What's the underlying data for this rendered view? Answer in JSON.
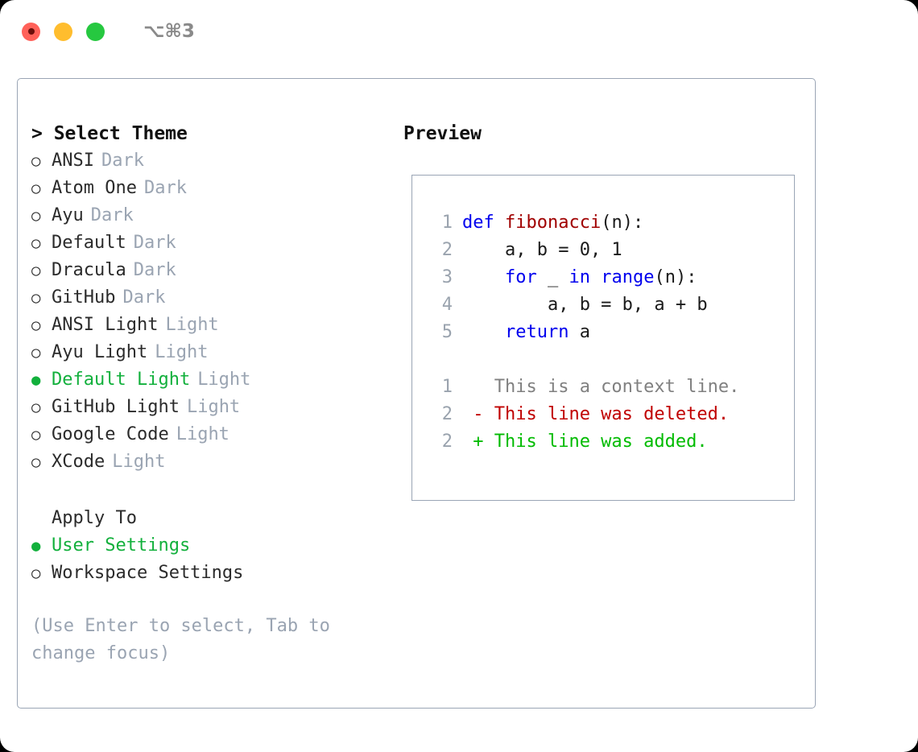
{
  "window": {
    "shortcut": "⌥⌘3",
    "traffic_lights": [
      {
        "name": "close-button",
        "color": "#ff6159"
      },
      {
        "name": "minimize-button",
        "color": "#ffbd2e"
      },
      {
        "name": "maximize-button",
        "color": "#26c840"
      }
    ]
  },
  "colors": {
    "selected_green": "#12b03c",
    "muted_gray": "#9aa4b2",
    "border": "#9aa5b5",
    "keyword_blue": "#0000ee",
    "function_red": "#a00000",
    "diff_deleted": "#c00000",
    "diff_added": "#00bb00",
    "line_number": "#9aa3ae"
  },
  "theme_list": {
    "title": "> Select Theme",
    "items": [
      {
        "marker": "○",
        "name": "ANSI",
        "tag": "Dark",
        "selected": false
      },
      {
        "marker": "○",
        "name": "Atom One",
        "tag": "Dark",
        "selected": false
      },
      {
        "marker": "○",
        "name": "Ayu",
        "tag": "Dark",
        "selected": false
      },
      {
        "marker": "○",
        "name": "Default",
        "tag": "Dark",
        "selected": false
      },
      {
        "marker": "○",
        "name": "Dracula",
        "tag": "Dark",
        "selected": false
      },
      {
        "marker": "○",
        "name": "GitHub",
        "tag": "Dark",
        "selected": false
      },
      {
        "marker": "○",
        "name": "ANSI Light",
        "tag": "Light",
        "selected": false
      },
      {
        "marker": "○",
        "name": "Ayu Light",
        "tag": "Light",
        "selected": false
      },
      {
        "marker": "●",
        "name": "Default Light",
        "tag": "Light",
        "selected": true
      },
      {
        "marker": "○",
        "name": "GitHub Light",
        "tag": "Light",
        "selected": false
      },
      {
        "marker": "○",
        "name": "Google Code",
        "tag": "Light",
        "selected": false
      },
      {
        "marker": "○",
        "name": "XCode",
        "tag": "Light",
        "selected": false
      }
    ]
  },
  "apply_to": {
    "title": "Apply To",
    "items": [
      {
        "marker": "●",
        "name": "User Settings",
        "selected": true
      },
      {
        "marker": "○",
        "name": "Workspace Settings",
        "selected": false
      }
    ]
  },
  "hint": "(Use Enter to select, Tab to change focus)",
  "preview": {
    "title": "Preview",
    "code_lines": [
      {
        "number": "1",
        "tokens": [
          {
            "text": "def ",
            "type": "kw"
          },
          {
            "text": "fibonacci",
            "type": "fn"
          },
          {
            "text": "(n):",
            "type": "pl"
          }
        ]
      },
      {
        "number": "2",
        "tokens": [
          {
            "text": "    a, b = 0, 1",
            "type": "pl"
          }
        ]
      },
      {
        "number": "3",
        "tokens": [
          {
            "text": "    ",
            "type": "pl"
          },
          {
            "text": "for",
            "type": "kw"
          },
          {
            "text": " _ ",
            "type": "pl"
          },
          {
            "text": "in",
            "type": "kw"
          },
          {
            "text": " ",
            "type": "pl"
          },
          {
            "text": "range",
            "type": "kw"
          },
          {
            "text": "(n):",
            "type": "pl"
          }
        ]
      },
      {
        "number": "4",
        "tokens": [
          {
            "text": "        a, b = b, a + b",
            "type": "pl"
          }
        ]
      },
      {
        "number": "5",
        "tokens": [
          {
            "text": "    ",
            "type": "pl"
          },
          {
            "text": "return",
            "type": "kw"
          },
          {
            "text": " a",
            "type": "pl"
          }
        ]
      }
    ],
    "diff_lines": [
      {
        "number": "1",
        "tokens": [
          {
            "text": "   This is a context line.",
            "type": "ctx"
          }
        ]
      },
      {
        "number": "2",
        "tokens": [
          {
            "text": " - This line was deleted.",
            "type": "del"
          }
        ]
      },
      {
        "number": "2",
        "tokens": [
          {
            "text": " + This line was added.",
            "type": "add"
          }
        ]
      }
    ]
  }
}
